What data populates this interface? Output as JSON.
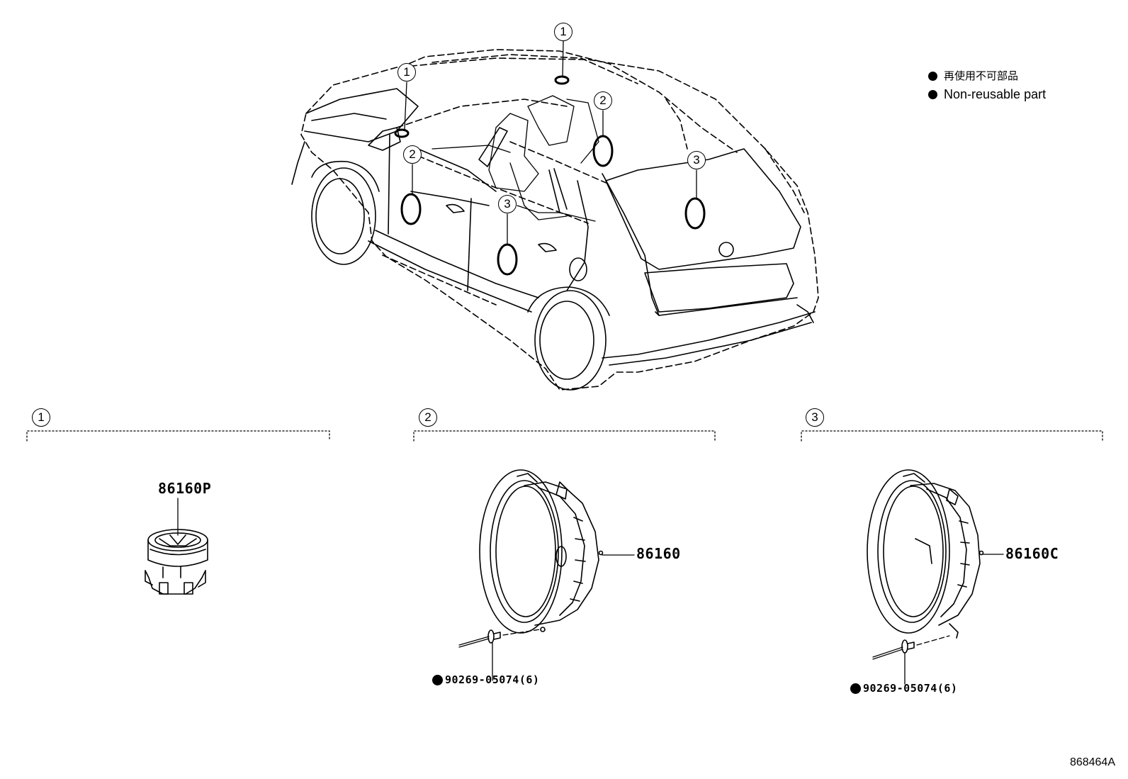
{
  "legend": {
    "japanese": "再使用不可部品",
    "english": "Non-reusable part"
  },
  "callouts": {
    "c1": "1",
    "c2": "2",
    "c3": "3"
  },
  "groups": [
    {
      "number": "1",
      "part_number": "86160P"
    },
    {
      "number": "2",
      "part_number": "86160",
      "rivet": "90269-05074(6)"
    },
    {
      "number": "3",
      "part_number": "86160C",
      "rivet": "90269-05074(6)"
    }
  ],
  "drawing_code": "868464A"
}
